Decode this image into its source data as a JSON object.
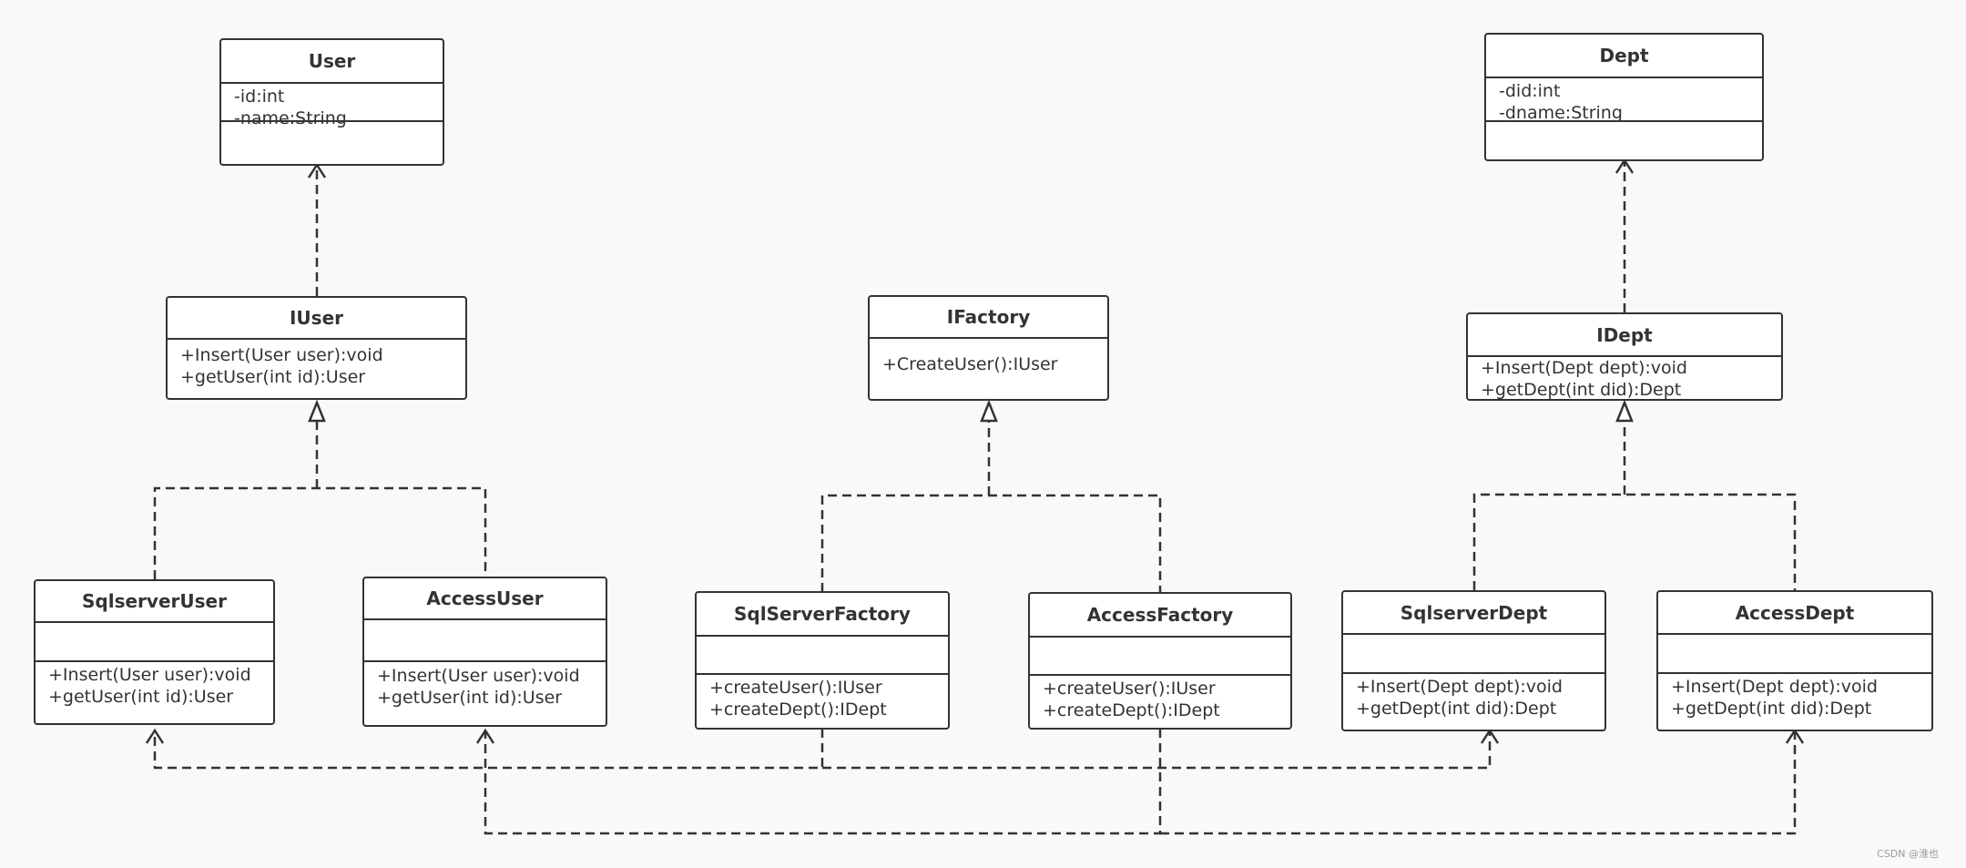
{
  "classes": {
    "user": {
      "name": "User",
      "attributes": [
        "-id:int",
        "-name:String"
      ],
      "operations": []
    },
    "iuser": {
      "name": "IUser",
      "attributes": [],
      "operations": [
        "+Insert(User user):void",
        "+getUser(int id):User"
      ]
    },
    "sqlserver_user": {
      "name": "SqlserverUser",
      "attributes": [],
      "operations": [
        "+Insert(User user):void",
        "+getUser(int id):User"
      ]
    },
    "access_user": {
      "name": "AccessUser",
      "attributes": [],
      "operations": [
        "+Insert(User user):void",
        "+getUser(int id):User"
      ]
    },
    "ifactory": {
      "name": "IFactory",
      "attributes": [],
      "operations": [
        "+CreateUser():IUser"
      ]
    },
    "sqlserver_factory": {
      "name": "SqlServerFactory",
      "attributes": [],
      "operations": [
        "+createUser():IUser",
        "+createDept():IDept"
      ]
    },
    "access_factory": {
      "name": "AccessFactory",
      "attributes": [],
      "operations": [
        "+createUser():IUser",
        "+createDept():IDept"
      ]
    },
    "dept": {
      "name": "Dept",
      "attributes": [
        "-did:int",
        "-dname:String"
      ],
      "operations": []
    },
    "idept": {
      "name": "IDept",
      "attributes": [],
      "operations": [
        "+Insert(Dept dept):void",
        "+getDept(int did):Dept"
      ]
    },
    "sqlserver_dept": {
      "name": "SqlserverDept",
      "attributes": [],
      "operations": [
        "+Insert(Dept dept):void",
        "+getDept(int did):Dept"
      ]
    },
    "access_dept": {
      "name": "AccessDept",
      "attributes": [],
      "operations": [
        "+Insert(Dept dept):void",
        "+getDept(int did):Dept"
      ]
    }
  },
  "relations": [
    {
      "from": "iuser",
      "to": "user",
      "kind": "dependency"
    },
    {
      "from": "sqlserver_user",
      "to": "iuser",
      "kind": "realization"
    },
    {
      "from": "access_user",
      "to": "iuser",
      "kind": "realization"
    },
    {
      "from": "sqlserver_factory",
      "to": "ifactory",
      "kind": "realization"
    },
    {
      "from": "access_factory",
      "to": "ifactory",
      "kind": "realization"
    },
    {
      "from": "idept",
      "to": "dept",
      "kind": "dependency"
    },
    {
      "from": "sqlserver_dept",
      "to": "idept",
      "kind": "realization"
    },
    {
      "from": "access_dept",
      "to": "idept",
      "kind": "realization"
    },
    {
      "from": "sqlserver_factory",
      "to": "sqlserver_user",
      "kind": "dependency"
    },
    {
      "from": "sqlserver_factory",
      "to": "sqlserver_dept",
      "kind": "dependency"
    },
    {
      "from": "access_factory",
      "to": "access_user",
      "kind": "dependency"
    },
    {
      "from": "access_factory",
      "to": "access_dept",
      "kind": "dependency"
    }
  ],
  "colors": {
    "line": "#333333",
    "box_fill": "#ffffff",
    "background": "#f9f9f9"
  },
  "watermark": "CSDN @淮也"
}
